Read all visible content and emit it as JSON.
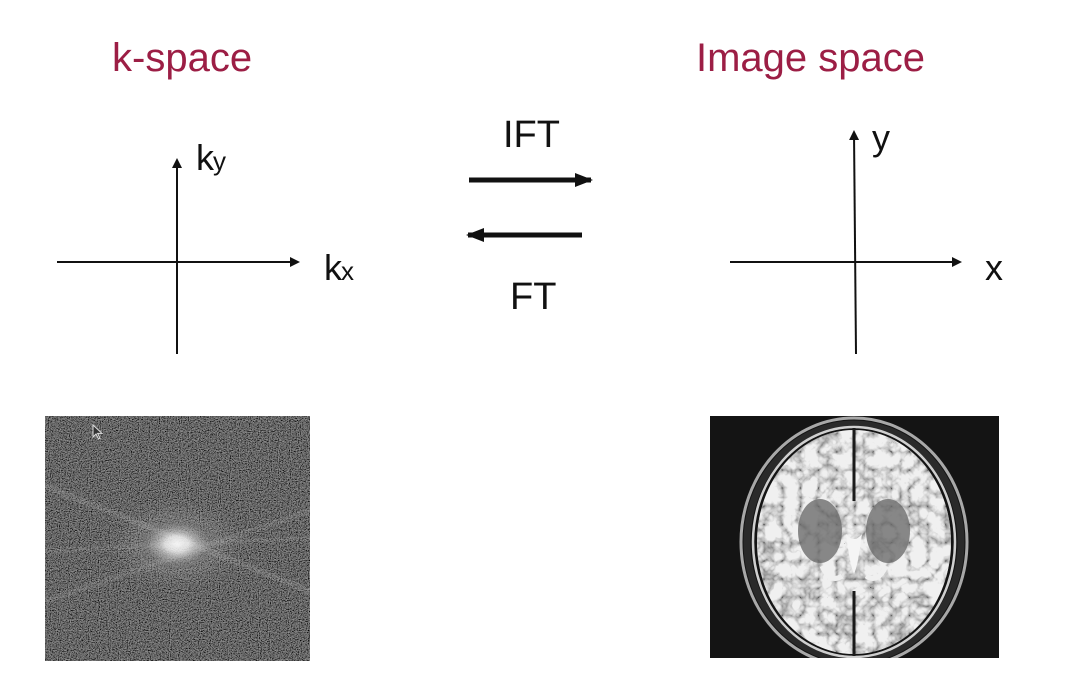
{
  "headings": {
    "left": "k-space",
    "right": "Image space"
  },
  "axes": {
    "k_space": {
      "vertical_label": "k",
      "vertical_subscript": "y",
      "horizontal_label": "k",
      "horizontal_subscript": "x"
    },
    "image_space": {
      "vertical_label": "y",
      "horizontal_label": "x"
    }
  },
  "transforms": {
    "forward": "IFT",
    "forward_direction": "right",
    "inverse": "FT",
    "inverse_direction": "left"
  },
  "images": {
    "left": "k-space-spectrum",
    "right": "brain-mri-axial-slice"
  },
  "colors": {
    "heading": "#9c1e45",
    "ink": "#111111",
    "image_background": "#0c0c0c"
  }
}
